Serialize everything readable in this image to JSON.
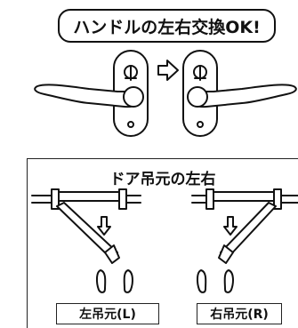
{
  "banner": {
    "title": "ハンドルの左右交換OK!"
  },
  "panel": {
    "title": "ドア吊元の左右",
    "left_label": "左吊元(L)",
    "right_label": "右吊元(R)"
  },
  "colors": {
    "stroke": "#111111",
    "background": "#ffffff"
  }
}
